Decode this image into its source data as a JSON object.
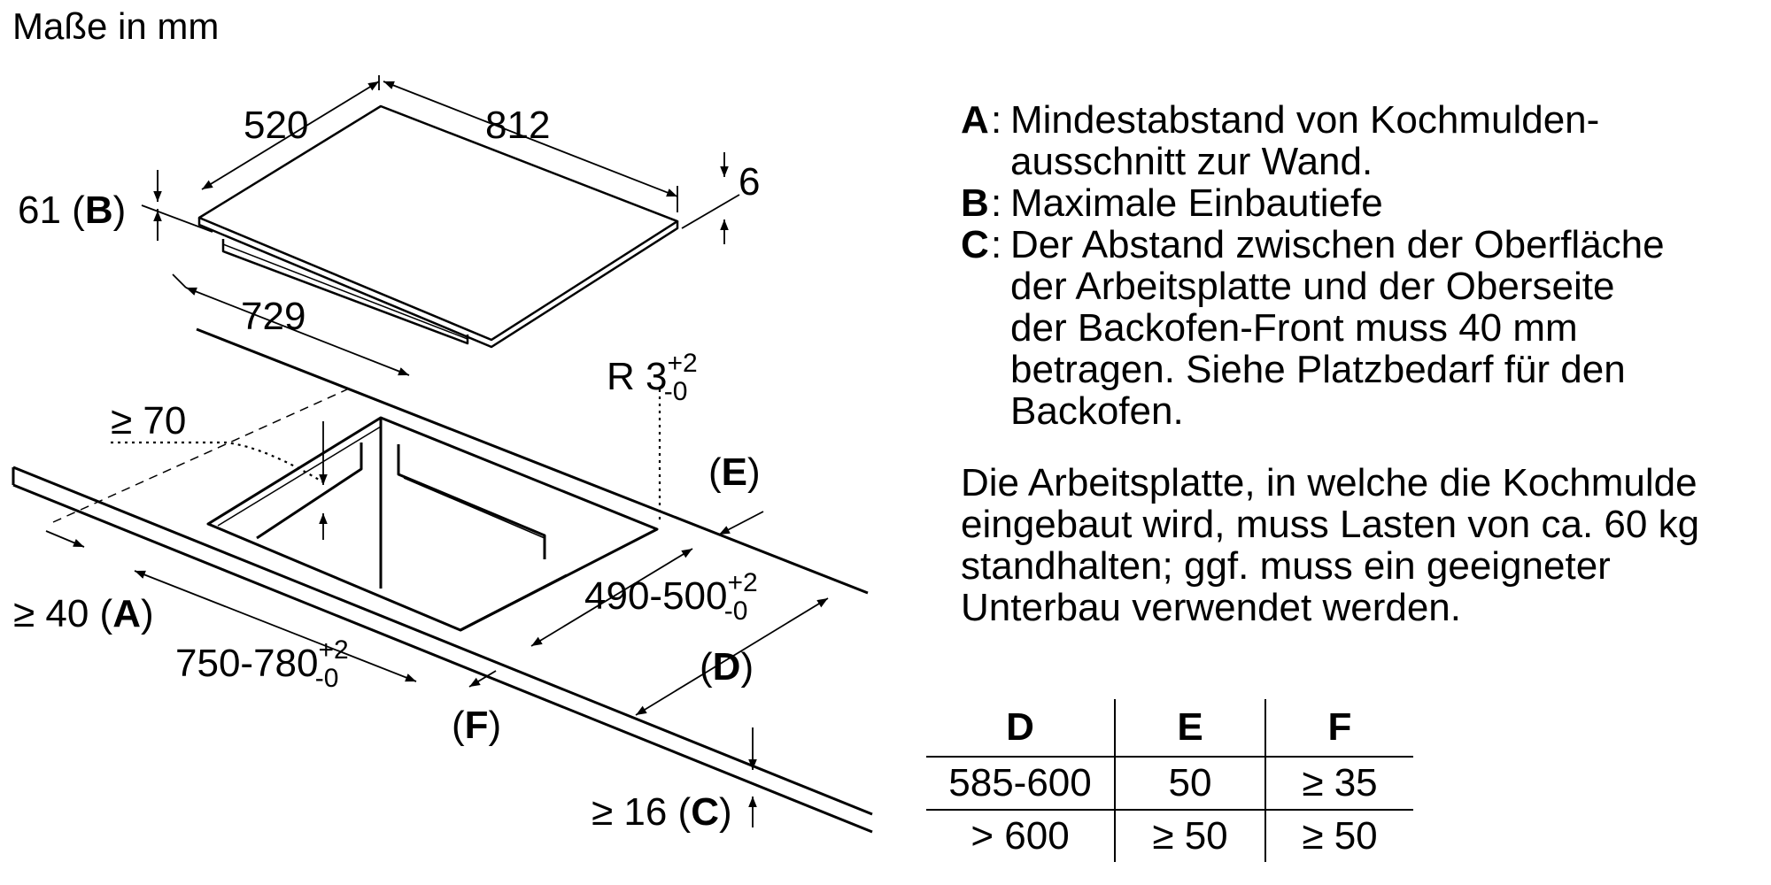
{
  "title": "Maße in mm",
  "dimensions": {
    "depth": "520",
    "width": "812",
    "height_b_value": "61 (",
    "height_b_key": "B",
    "height_b_close": ")",
    "glass_thickness": "6",
    "base_width": "729",
    "radius_base": "R 3",
    "radius_tol_plus": "+2",
    "radius_tol_minus": "-0",
    "min_rear": "≥ 70",
    "e_open": "(",
    "e_key": "E",
    "e_close": ")",
    "cutout_depth_base": "490-500",
    "cutout_depth_plus": "+2",
    "cutout_depth_minus": "-0",
    "a_value": "≥ 40 (",
    "a_key": "A",
    "a_close": ")",
    "cutout_width_base": "750-780",
    "cutout_width_plus": "+2",
    "cutout_width_minus": "-0",
    "d_open": "(",
    "d_key": "D",
    "d_close": ")",
    "f_open": "(",
    "f_key": "F",
    "f_close": ")",
    "c_value": "≥ 16 (",
    "c_key": "C",
    "c_close": ")"
  },
  "legend": [
    {
      "key": "A",
      "text": "Mindestabstand von Kochmulden-ausschnitt zur Wand.",
      "lines": [
        "Mindestabstand von Kochmulden-",
        "ausschnitt zur Wand."
      ]
    },
    {
      "key": "B",
      "text": "Maximale Einbautiefe",
      "lines": [
        "Maximale Einbautiefe"
      ]
    },
    {
      "key": "C",
      "text": "Der Abstand zwischen der Oberfläche der Arbeitsplatte und der Oberseite der Backofen-Front muss 40 mm betragen. Siehe Platzbedarf für den Backofen.",
      "lines": [
        "Der Abstand zwischen der Oberfläche",
        "der Arbeitsplatte und der Oberseite",
        "der Backofen-Front muss 40 mm",
        "betragen. Siehe Platzbedarf für den",
        "Backofen."
      ]
    }
  ],
  "note_lines": [
    "Die Arbeitsplatte, in welche die Kochmulde",
    "eingebaut wird, muss Lasten von ca. 60 kg",
    "standhalten; ggf. muss ein geeigneter",
    "Unterbau verwendet werden."
  ],
  "table": {
    "headers": [
      "D",
      "E",
      "F"
    ],
    "rows": [
      [
        "585-600",
        "50",
        "≥ 35"
      ],
      [
        "> 600",
        "≥ 50",
        "≥ 50"
      ]
    ]
  }
}
